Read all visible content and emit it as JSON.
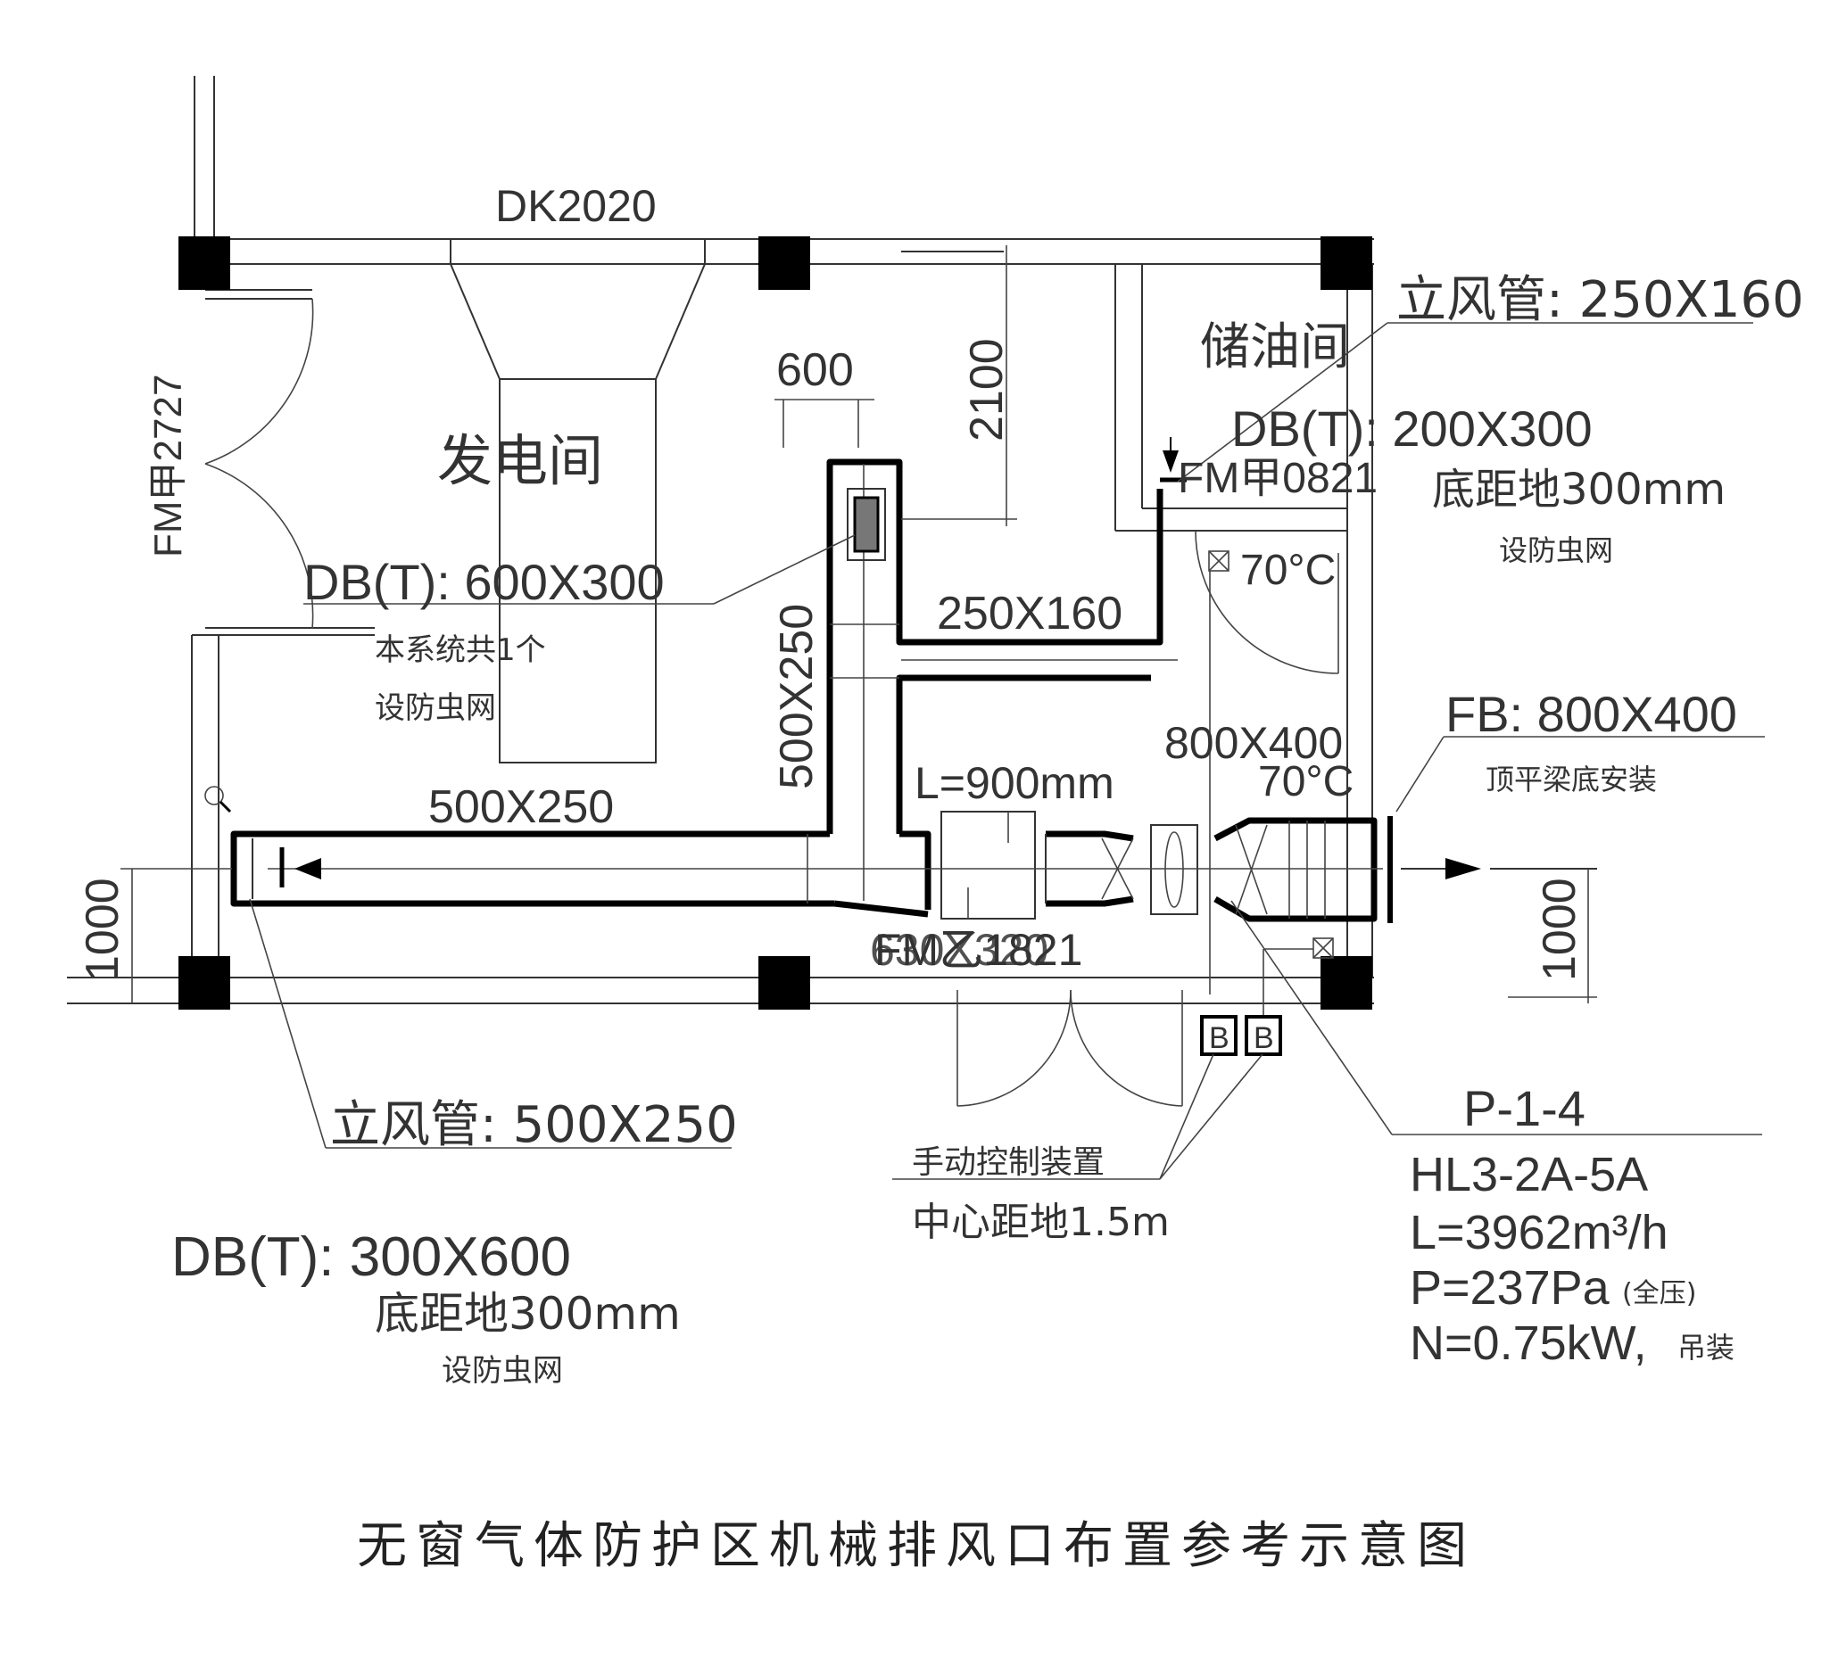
{
  "title": "无窗气体防护区机械排风口布置参考示意图",
  "rooms": {
    "generator_room": "发电间",
    "oil_storage": "储油间"
  },
  "doors": {
    "left_door": "FM甲2727",
    "oil_room_door": "FM甲0821",
    "bottom_door": "FM乙1821",
    "top_opening": "DK2020"
  },
  "dimensions": {
    "top_width": "600",
    "vertical_2100": "2100",
    "left_1000": "1000",
    "right_1000": "1000"
  },
  "ducts": {
    "vertical_main": "500X250",
    "horizontal_main": "500X250",
    "branch": "250X160",
    "reducer": "630X320",
    "fan_outlet": "800X400",
    "silencer_length": "L=900mm"
  },
  "fire_damper": {
    "temp_upper": "70°C",
    "temp_lower": "70°C"
  },
  "annotations": {
    "db_600": {
      "label": "DB(T): 600X300",
      "note1": "本系统共1个",
      "note2": "设防虫网"
    },
    "riser_250": {
      "label": "立风管: 250X160"
    },
    "db_200": {
      "label": "DB(T): 200X300",
      "note1": "底距地300mm",
      "note2": "设防虫网"
    },
    "fb_800": {
      "label": "FB: 800X400",
      "note1": "顶平梁底安装"
    },
    "riser_500": {
      "label": "立风管: 500X250"
    },
    "db_300": {
      "label": "DB(T): 300X600",
      "note1": "底距地300mm",
      "note2": "设防虫网"
    },
    "manual_control": {
      "line1": "手动控制装置",
      "line2": "中心距地1.5m",
      "box_label": "B"
    },
    "fan": {
      "id": "P-1-4",
      "model": "HL3-2A-5A",
      "flow": "L=3962m³/h",
      "pressure": "P=237Pa",
      "pressure_note": "(全压)",
      "power": "N=0.75kW,",
      "power_note": "吊装"
    }
  }
}
